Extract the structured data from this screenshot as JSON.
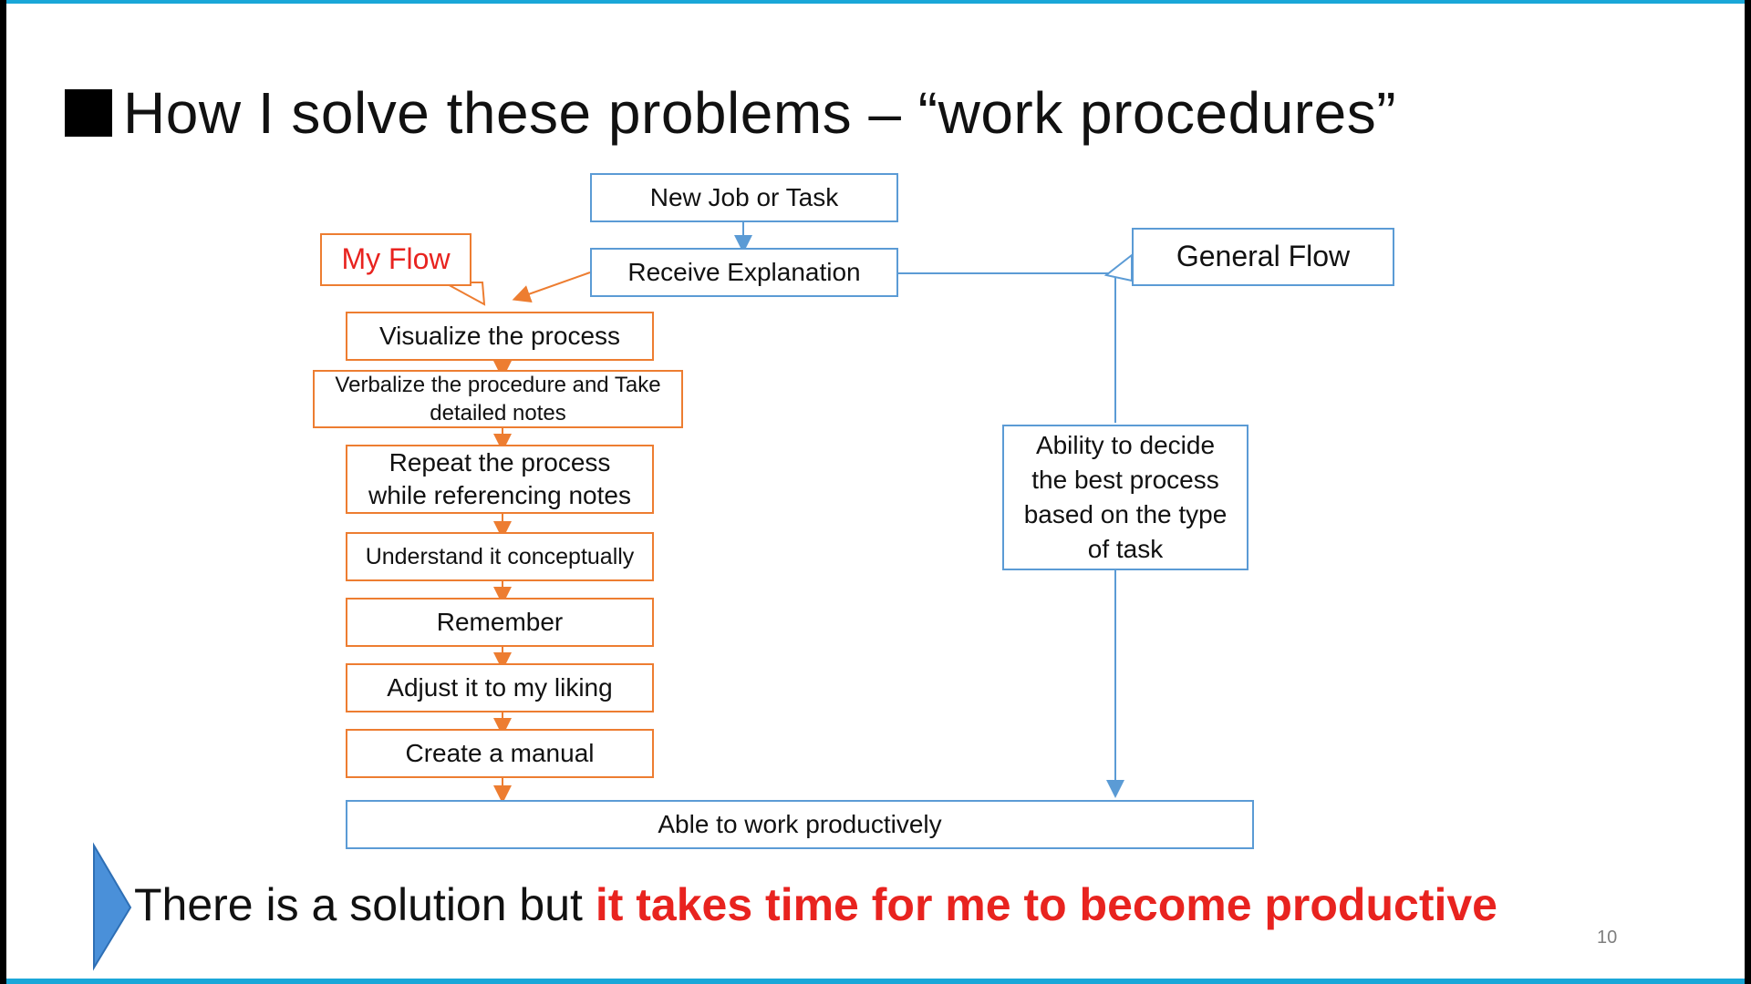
{
  "slide": {
    "title": "How I solve these problems – “work procedures”",
    "page_number": "10"
  },
  "callouts": {
    "my_flow": "My Flow",
    "general_flow": "General Flow"
  },
  "top_steps": {
    "new_job": "New Job or Task",
    "receive_explanation": "Receive Explanation"
  },
  "my_flow_steps": [
    "Visualize the process",
    "Verbalize the procedure and Take detailed notes",
    "Repeat the process while referencing notes",
    "Understand it conceptually",
    "Remember",
    "Adjust it to my liking",
    "Create a manual"
  ],
  "general_flow_step": "Ability to decide the best process based on the type of task",
  "final_step": "Able to work productively",
  "conclusion": {
    "prefix": "There is a solution but ",
    "highlight": "it takes time for me to become productive"
  },
  "colors": {
    "orange": "#ed7d31",
    "blue": "#5b9bd5",
    "highlight_red": "#e8231f",
    "frame_cyan": "#1aa7d8"
  }
}
